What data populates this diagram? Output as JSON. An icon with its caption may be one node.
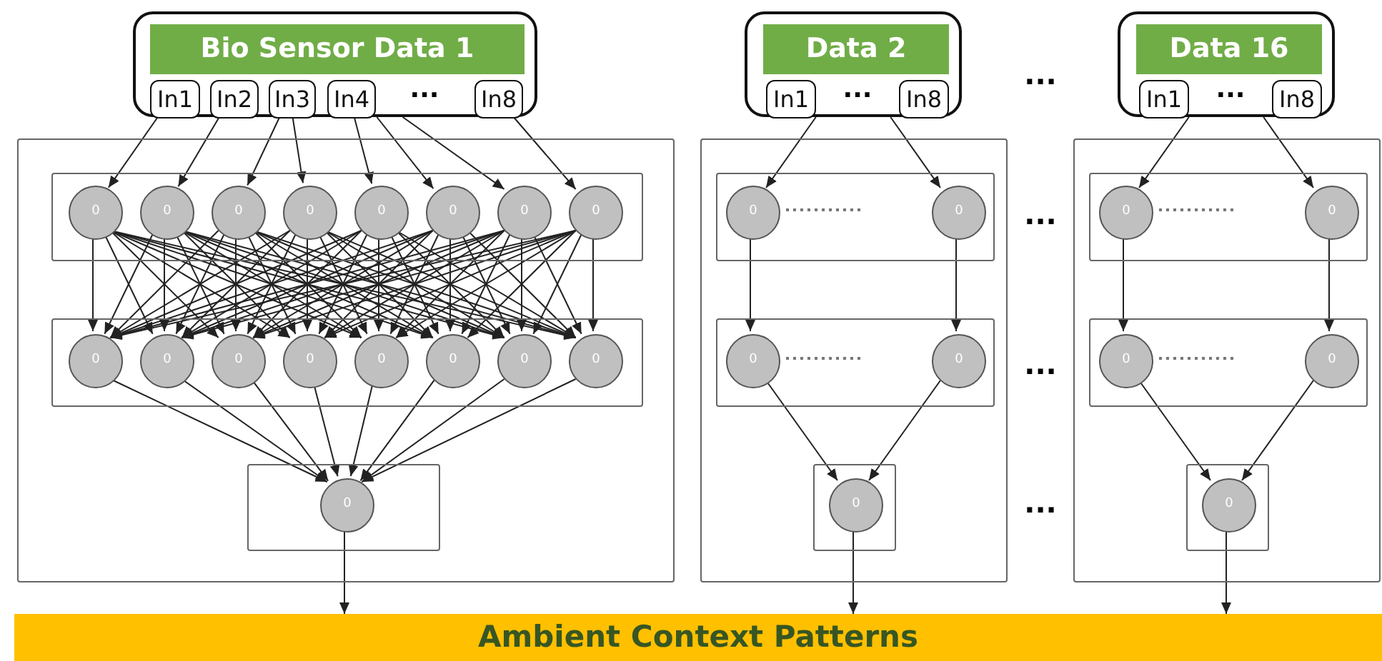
{
  "diagram": {
    "nodes": [
      {
        "text": [
          "..."
        ]
      },
      {
        "text": [
          "Bio Sensor Data 1"
        ],
        "in": 0
      },
      {
        "text": [
          "In1"
        ],
        "in": 0
      },
      {
        "text": [
          "In2"
        ],
        "in": 0
      },
      {
        "text": [
          "In3"
        ],
        "in": 0
      },
      {
        "text": [
          "In4"
        ],
        "in": 0
      },
      {
        "text": [
          "In8"
        ],
        "in": 0
      },
      {
        "text": [],
        "shape": "box"
      },
      {
        "text": [],
        "shape": "box",
        "in": 7
      },
      {
        "text": [
          "0"
        ],
        "in": 8
      },
      {
        "text": [
          "0"
        ],
        "in": 8
      },
      {
        "text": [
          "0"
        ],
        "in": 8
      },
      {
        "text": [
          "0"
        ],
        "in": 8
      },
      {
        "text": [
          "0"
        ],
        "in": 8
      },
      {
        "text": [
          "0"
        ],
        "in": 8
      },
      {
        "text": [
          "0"
        ],
        "in": 8
      },
      {
        "text": [
          "0"
        ],
        "in": 8
      },
      {
        "text": [],
        "shape": "box",
        "in": 7
      },
      {
        "text": [
          "0"
        ],
        "in": 17
      },
      {
        "text": [
          "0"
        ],
        "in": 17
      },
      {
        "text": [
          "0"
        ],
        "in": 17
      },
      {
        "text": [
          "0"
        ],
        "in": 17
      },
      {
        "text": [
          "0"
        ],
        "in": 17
      },
      {
        "text": [
          "0"
        ],
        "in": 17
      },
      {
        "text": [
          "0"
        ],
        "in": 17
      },
      {
        "text": [
          "0"
        ],
        "in": 17
      },
      {
        "text": [],
        "shape": "box",
        "in": 7
      },
      {
        "text": [
          "0"
        ],
        "in": 26
      },
      {
        "text": [
          "..."
        ]
      },
      {
        "text": [
          "Data 2"
        ],
        "in": 28
      },
      {
        "text": [
          "In1"
        ],
        "in": 28
      },
      {
        "text": [
          "In8"
        ],
        "in": 28
      },
      {
        "text": [],
        "shape": "box"
      },
      {
        "text": [],
        "shape": "box",
        "in": 32
      },
      {
        "text": [
          "0"
        ],
        "in": 33
      },
      {
        "text": [
          "0"
        ],
        "in": 33
      },
      {
        "text": [],
        "shape": "box",
        "in": 32
      },
      {
        "text": [
          "0"
        ],
        "in": 36
      },
      {
        "text": [
          "0"
        ],
        "in": 36
      },
      {
        "text": [],
        "shape": "box",
        "in": 32
      },
      {
        "text": [
          "0"
        ],
        "in": 39
      },
      {
        "text": [
          "..."
        ]
      },
      {
        "text": [
          "Data 16"
        ],
        "in": 41
      },
      {
        "text": [
          "In1"
        ],
        "in": 41
      },
      {
        "text": [
          "In8"
        ],
        "in": 41
      },
      {
        "text": [],
        "shape": "box"
      },
      {
        "text": [],
        "shape": "box",
        "in": 45
      },
      {
        "text": [
          "0"
        ],
        "in": 46
      },
      {
        "text": [
          "0"
        ],
        "in": 46
      },
      {
        "text": [],
        "shape": "box",
        "in": 45
      },
      {
        "text": [
          "0"
        ],
        "in": 49
      },
      {
        "text": [
          "0"
        ],
        "in": 49
      },
      {
        "text": [],
        "shape": "box",
        "in": 45
      },
      {
        "text": [
          "0"
        ],
        "in": 52
      },
      {
        "text": [
          "Ambient Context Patterns"
        ]
      }
    ],
    "edges": [
      {
        "from": 2,
        "to": 9,
        "arrow": "to"
      },
      {
        "from": 3,
        "to": 10,
        "arrow": "to"
      },
      {
        "from": 4,
        "to": 11,
        "arrow": "to"
      },
      {
        "from": 4,
        "to": 12,
        "arrow": "to"
      },
      {
        "from": 5,
        "to": 13,
        "arrow": "to"
      },
      {
        "from": 0,
        "to": 14,
        "arrow": "to"
      },
      {
        "from": 0,
        "to": 15,
        "arrow": "to"
      },
      {
        "from": 6,
        "to": 16,
        "arrow": "to"
      },
      {
        "from": 9,
        "to": 18,
        "arrow": "to"
      },
      {
        "from": 9,
        "to": 19,
        "arrow": "to"
      },
      {
        "from": 9,
        "to": 20,
        "arrow": "to"
      },
      {
        "from": 9,
        "to": 21,
        "arrow": "to"
      },
      {
        "from": 9,
        "to": 22,
        "arrow": "to"
      },
      {
        "from": 9,
        "to": 23,
        "arrow": "to"
      },
      {
        "from": 9,
        "to": 24,
        "arrow": "to"
      },
      {
        "from": 9,
        "to": 25,
        "arrow": "to"
      },
      {
        "from": 10,
        "to": 18,
        "arrow": "to"
      },
      {
        "from": 10,
        "to": 19,
        "arrow": "to"
      },
      {
        "from": 10,
        "to": 20,
        "arrow": "to"
      },
      {
        "from": 10,
        "to": 21,
        "arrow": "to"
      },
      {
        "from": 10,
        "to": 22,
        "arrow": "to"
      },
      {
        "from": 10,
        "to": 23,
        "arrow": "to"
      },
      {
        "from": 10,
        "to": 24,
        "arrow": "to"
      },
      {
        "from": 10,
        "to": 25,
        "arrow": "to"
      },
      {
        "from": 11,
        "to": 18,
        "arrow": "to"
      },
      {
        "from": 11,
        "to": 19,
        "arrow": "to"
      },
      {
        "from": 11,
        "to": 20,
        "arrow": "to"
      },
      {
        "from": 11,
        "to": 21,
        "arrow": "to"
      },
      {
        "from": 11,
        "to": 22,
        "arrow": "to"
      },
      {
        "from": 11,
        "to": 23,
        "arrow": "to"
      },
      {
        "from": 11,
        "to": 24,
        "arrow": "to"
      },
      {
        "from": 11,
        "to": 25,
        "arrow": "to"
      },
      {
        "from": 12,
        "to": 18,
        "arrow": "to"
      },
      {
        "from": 12,
        "to": 19,
        "arrow": "to"
      },
      {
        "from": 12,
        "to": 20,
        "arrow": "to"
      },
      {
        "from": 12,
        "to": 21,
        "arrow": "to"
      },
      {
        "from": 12,
        "to": 22,
        "arrow": "to"
      },
      {
        "from": 12,
        "to": 23,
        "arrow": "to"
      },
      {
        "from": 12,
        "to": 24,
        "arrow": "to"
      },
      {
        "from": 12,
        "to": 25,
        "arrow": "to"
      },
      {
        "from": 13,
        "to": 18,
        "arrow": "to"
      },
      {
        "from": 13,
        "to": 19,
        "arrow": "to"
      },
      {
        "from": 13,
        "to": 20,
        "arrow": "to"
      },
      {
        "from": 13,
        "to": 21,
        "arrow": "to"
      },
      {
        "from": 13,
        "to": 22,
        "arrow": "to"
      },
      {
        "from": 13,
        "to": 23,
        "arrow": "to"
      },
      {
        "from": 13,
        "to": 24,
        "arrow": "to"
      },
      {
        "from": 13,
        "to": 25,
        "arrow": "to"
      },
      {
        "from": 14,
        "to": 18,
        "arrow": "to"
      },
      {
        "from": 14,
        "to": 19,
        "arrow": "to"
      },
      {
        "from": 14,
        "to": 20,
        "arrow": "to"
      },
      {
        "from": 14,
        "to": 21,
        "arrow": "to"
      },
      {
        "from": 14,
        "to": 22,
        "arrow": "to"
      },
      {
        "from": 14,
        "to": 23,
        "arrow": "to"
      },
      {
        "from": 14,
        "to": 24,
        "arrow": "to"
      },
      {
        "from": 14,
        "to": 25,
        "arrow": "to"
      },
      {
        "from": 15,
        "to": 18,
        "arrow": "to"
      },
      {
        "from": 15,
        "to": 19,
        "arrow": "to"
      },
      {
        "from": 15,
        "to": 20,
        "arrow": "to"
      },
      {
        "from": 15,
        "to": 21,
        "arrow": "to"
      },
      {
        "from": 15,
        "to": 22,
        "arrow": "to"
      },
      {
        "from": 15,
        "to": 23,
        "arrow": "to"
      },
      {
        "from": 15,
        "to": 24,
        "arrow": "to"
      },
      {
        "from": 15,
        "to": 25,
        "arrow": "to"
      },
      {
        "from": 16,
        "to": 18,
        "arrow": "to"
      },
      {
        "from": 16,
        "to": 19,
        "arrow": "to"
      },
      {
        "from": 16,
        "to": 20,
        "arrow": "to"
      },
      {
        "from": 16,
        "to": 21,
        "arrow": "to"
      },
      {
        "from": 16,
        "to": 22,
        "arrow": "to"
      },
      {
        "from": 16,
        "to": 23,
        "arrow": "to"
      },
      {
        "from": 16,
        "to": 24,
        "arrow": "to"
      },
      {
        "from": 16,
        "to": 25,
        "arrow": "to"
      },
      {
        "from": 18,
        "to": 27,
        "arrow": "to"
      },
      {
        "from": 19,
        "to": 27,
        "arrow": "to"
      },
      {
        "from": 20,
        "to": 27,
        "arrow": "to"
      },
      {
        "from": 21,
        "to": 27,
        "arrow": "to"
      },
      {
        "from": 22,
        "to": 27,
        "arrow": "to"
      },
      {
        "from": 23,
        "to": 27,
        "arrow": "to"
      },
      {
        "from": 24,
        "to": 27,
        "arrow": "to"
      },
      {
        "from": 25,
        "to": 27,
        "arrow": "to"
      },
      {
        "from": 27,
        "to": 54,
        "arrow": "to"
      },
      {
        "from": 28,
        "to": 34,
        "arrow": "to"
      },
      {
        "from": 28,
        "to": 35,
        "arrow": "to"
      },
      {
        "from": 34,
        "to": 37,
        "arrow": "to"
      },
      {
        "from": 35,
        "to": 38,
        "arrow": "to"
      },
      {
        "from": 37,
        "to": 40,
        "arrow": "to"
      },
      {
        "from": 38,
        "to": 40,
        "arrow": "to"
      },
      {
        "from": 40,
        "to": 54,
        "arrow": "to"
      },
      {
        "from": 41,
        "to": 47,
        "arrow": "to"
      },
      {
        "from": 41,
        "to": 48,
        "arrow": "to"
      },
      {
        "from": 47,
        "to": 50,
        "arrow": "to"
      },
      {
        "from": 48,
        "to": 51,
        "arrow": "to"
      },
      {
        "from": 50,
        "to": 53,
        "arrow": "to"
      },
      {
        "from": 51,
        "to": 53,
        "arrow": "to"
      },
      {
        "from": 53,
        "to": 54,
        "arrow": "to"
      }
    ],
    "labels": [
      "...",
      "...",
      "...",
      "..."
    ]
  }
}
